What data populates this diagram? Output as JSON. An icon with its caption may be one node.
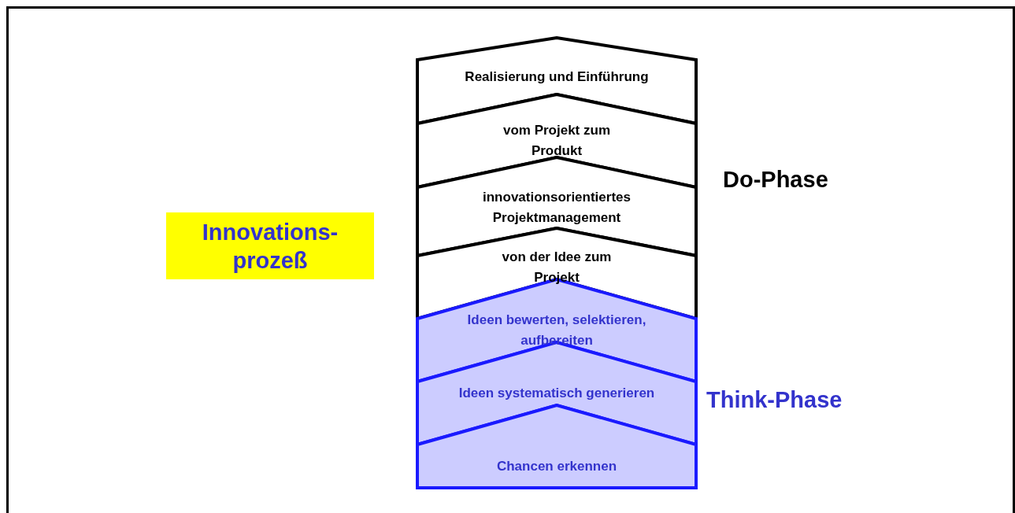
{
  "diagram": {
    "nodes": [
      {
        "text": [
          "Realisierung und Einführung"
        ]
      },
      {
        "text": [
          "vom Projekt zum Produkt"
        ]
      },
      {
        "text": [
          "innovationsorientiertes Projektmanagement"
        ]
      },
      {
        "text": [
          "von der Idee zum Projekt"
        ]
      },
      {
        "text": [
          "Ideen bewerten, selektieren, aufbereiten"
        ]
      },
      {
        "text": [
          "Ideen systematisch generieren"
        ]
      },
      {
        "text": [
          "Chancen erkennen"
        ]
      },
      {
        "text": [
          "Innovations- prozeß"
        ]
      }
    ],
    "labels": [
      "Do-Phase",
      "Think-Phase"
    ]
  }
}
